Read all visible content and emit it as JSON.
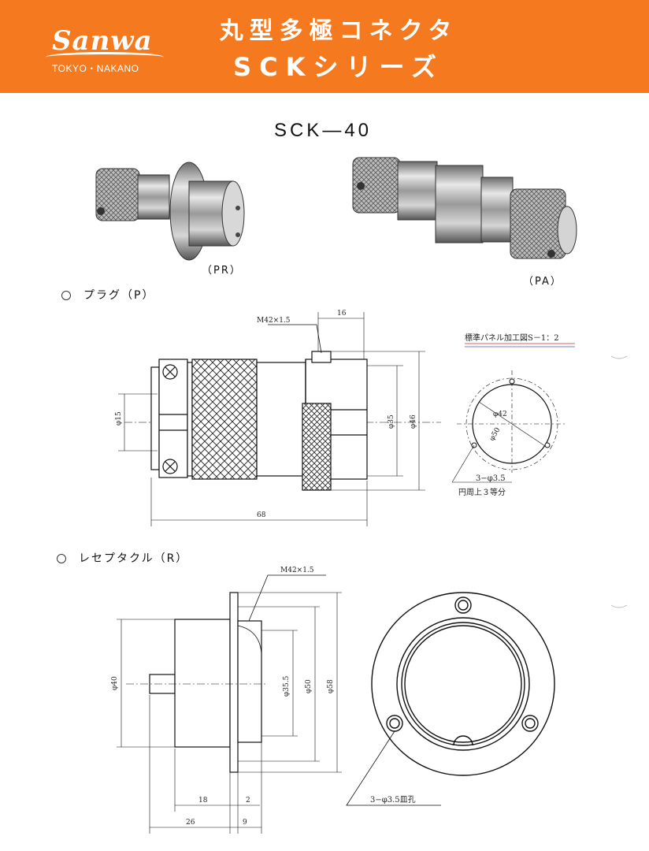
{
  "header": {
    "logo_text": "Sanwa",
    "logo_sub": "TOKYO・NAKANO",
    "title_line1": "丸型多極コネクタ",
    "title_line2": "SCKシリーズ"
  },
  "model": "SCK—40",
  "photos": {
    "left_caption": "（PR）",
    "right_caption": "（PA）"
  },
  "sections": {
    "plug": "プラグ（P）",
    "receptacle": "レセプタクル（R）"
  },
  "plug_drawing": {
    "thread": "M42×1.5",
    "d16": "16",
    "d15": "φ15",
    "d35": "φ35",
    "d46": "φ46",
    "d68": "68"
  },
  "panel": {
    "title": "標準パネル加工図S－1：2",
    "d42": "φ42",
    "d50": "φ50",
    "holes": "3−φ3.5",
    "holes_note": "円周上３等分"
  },
  "receptacle_drawing": {
    "thread": "M42×1.5",
    "d40": "φ40",
    "d355": "φ35.5",
    "d50": "φ50",
    "d58": "φ58",
    "d18": "18",
    "d2": "2",
    "d26": "26",
    "d9": "9",
    "holes": "3−φ3.5皿孔"
  },
  "colors": {
    "header_bg": "#f57a1f",
    "header_text": "#ffffff"
  }
}
